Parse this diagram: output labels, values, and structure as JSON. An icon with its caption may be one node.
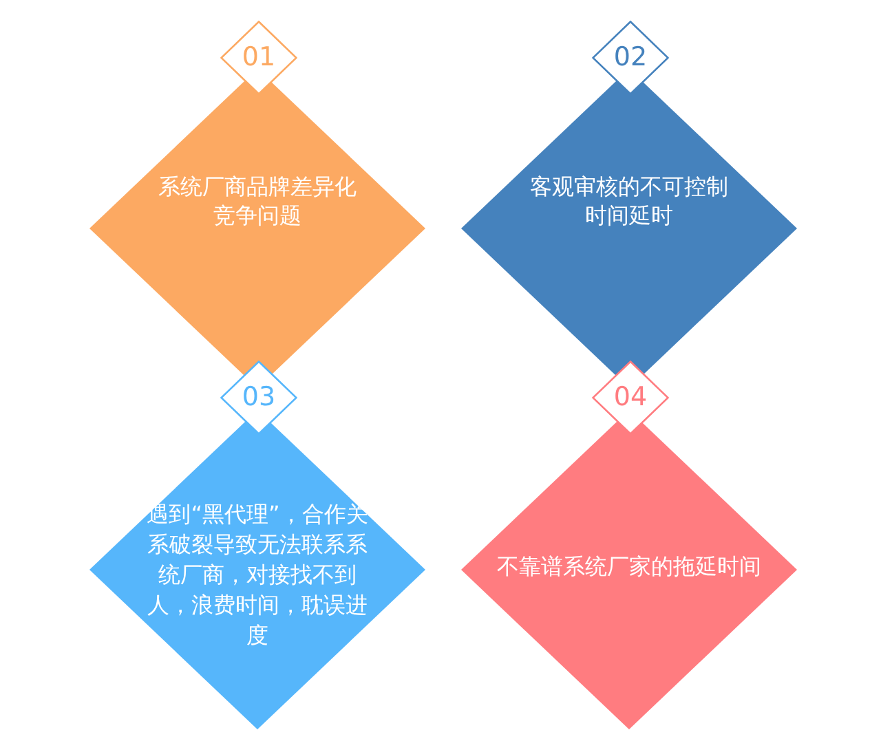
{
  "diagram": {
    "nodes": [
      {
        "text": [
          "01"
        ]
      },
      {
        "text": [
          "系统厂商品牌差异化竞争问题"
        ]
      },
      {
        "text": [
          "02"
        ]
      },
      {
        "text": [
          "客观审核的不可控制时间延时"
        ]
      },
      {
        "text": [
          "03"
        ]
      },
      {
        "text": [
          "遇到“黑代理”，合作关系破裂导致无法联系系统厂商，对接找不到人，浪费时间，耽误进度"
        ]
      },
      {
        "text": [
          "04"
        ]
      },
      {
        "text": [
          "不靠谱系统厂家的拖延时间"
        ]
      }
    ]
  }
}
